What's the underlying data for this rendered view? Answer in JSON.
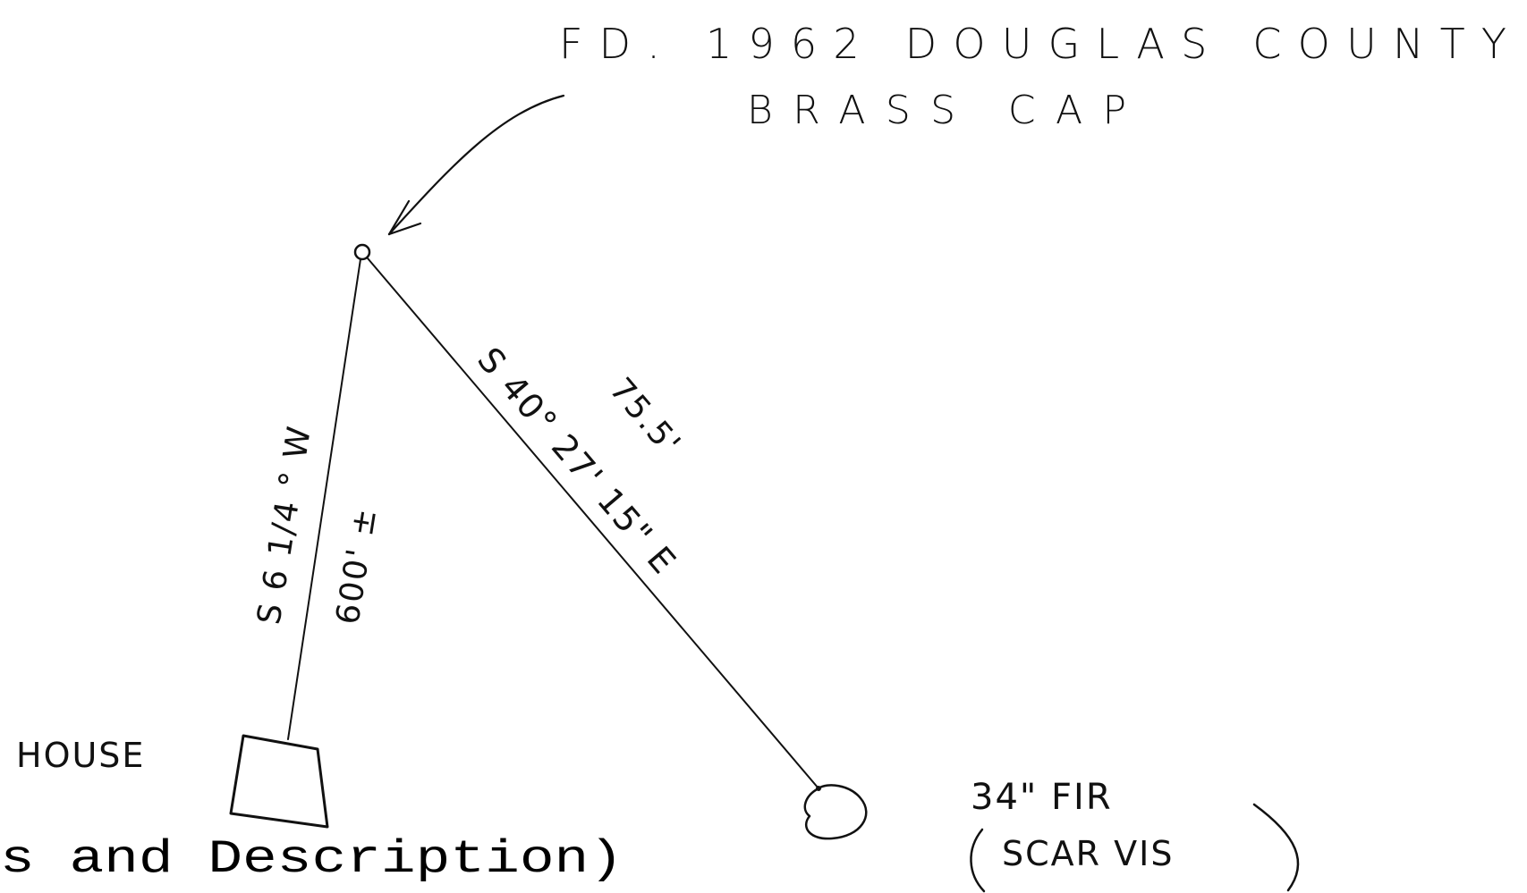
{
  "monument": {
    "label_line1": "FD. 1962 DOUGLAS COUNTY",
    "label_line2": "BRASS CAP"
  },
  "tie_house": {
    "bearing": "S 6 1/4 ° W",
    "distance": "600' ±",
    "label": "HOUSE"
  },
  "tie_tree": {
    "bearing": "S 40° 27' 15\" E",
    "distance": "75.5'",
    "label_line1": "34\" FIR",
    "label_line2": "SCAR VIS"
  },
  "typed_caption": "s and Description)",
  "colors": {
    "ink": "#111111",
    "background": "#ffffff"
  }
}
